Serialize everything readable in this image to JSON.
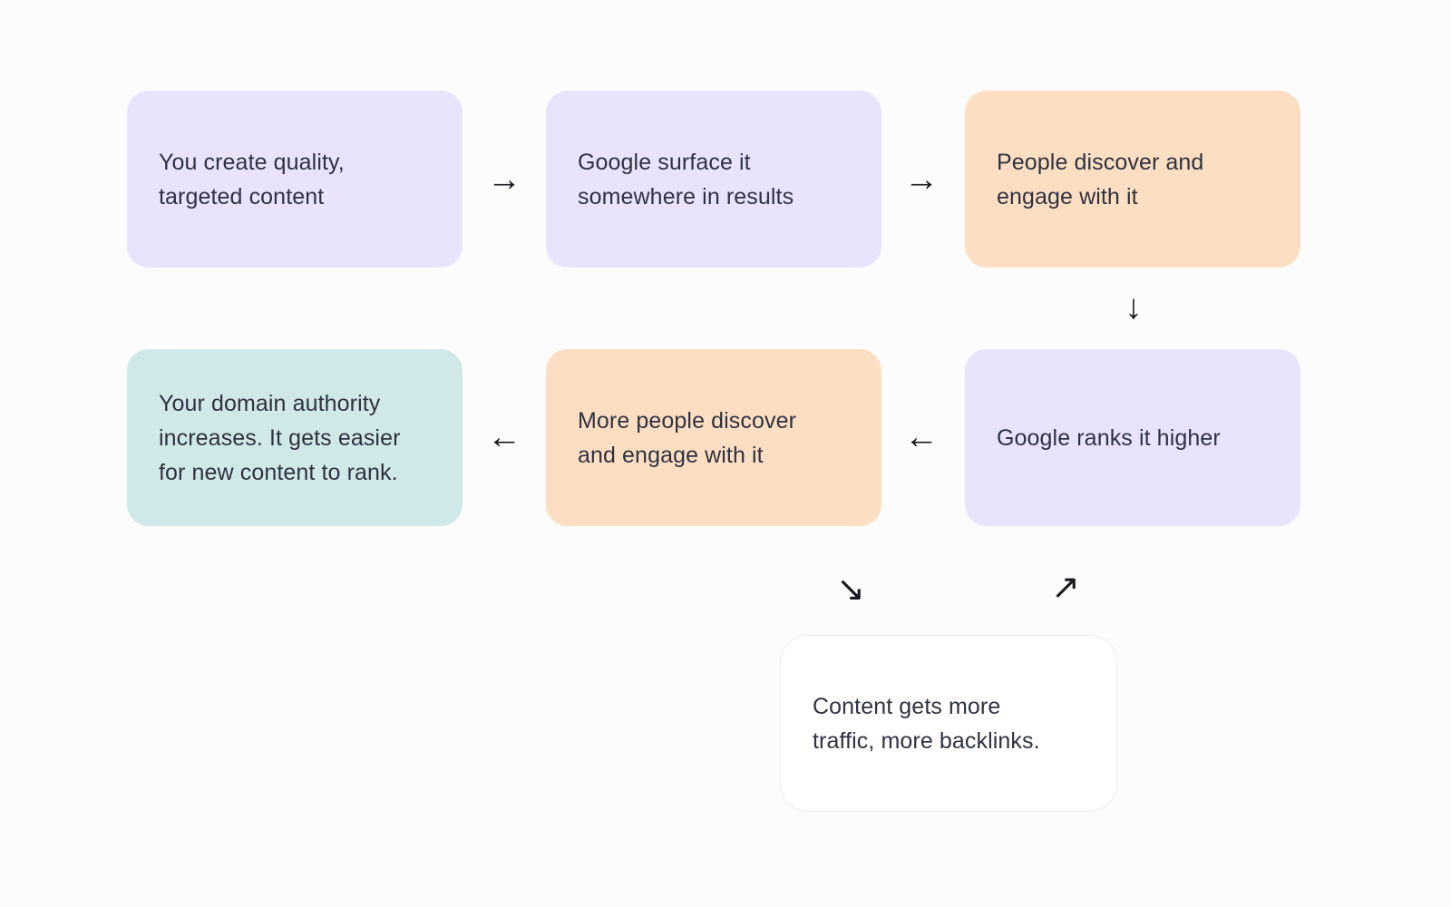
{
  "colors": {
    "background": "#FCFCFC",
    "lavender": "#E9E4FB",
    "peach": "#FCDFC2",
    "teal": "#D0E9E8",
    "white_box_bg": "#FFFFFF",
    "white_box_border": "#ECECEC",
    "text": "#2F3241",
    "arrow": "#17181C"
  },
  "nodes": {
    "create_content": {
      "text": "You create quality,\ntargeted content"
    },
    "google_surfaces": {
      "text": "Google surface it\nsomewhere in results"
    },
    "people_discover": {
      "text": "People discover and\nengage with it"
    },
    "google_ranks": {
      "text": "Google ranks it higher"
    },
    "more_people": {
      "text": "More people discover\nand engage with it"
    },
    "domain_authority": {
      "text": "Your domain authority\nincreases. It gets easier\nfor new content to rank."
    },
    "content_traffic": {
      "text": "Content gets more\ntraffic, more backlinks."
    }
  },
  "arrows": {
    "right": "→",
    "left": "←",
    "down": "↓",
    "down_right": "↘",
    "up_right": "↗"
  }
}
